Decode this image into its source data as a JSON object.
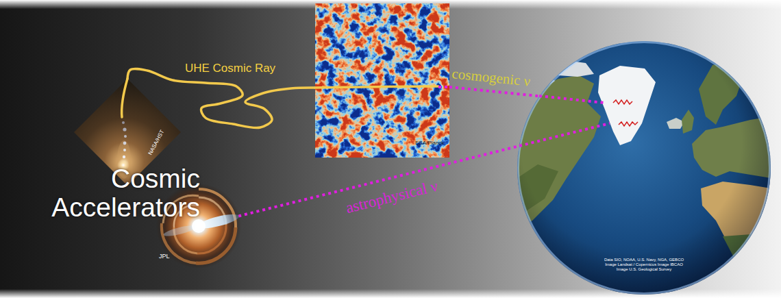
{
  "diagram": {
    "nodes": [
      {
        "text": [
          "NASA/HST"
        ]
      },
      {
        "text": [
          "ESA/Planck"
        ]
      },
      {
        "text": [
          "JPL"
        ]
      },
      {
        "text": [
          "Data SIO, NOAA, U.S. Navy, NGA, GEBCO Image Landsat / Copernicus Image IBCAO Image U.S. Geological Survey"
        ]
      }
    ],
    "edges": [
      {
        "from": 0,
        "to": 1,
        "arrow": "none",
        "label": "UHE Cosmic Ray"
      },
      {
        "from": 1,
        "to": 3,
        "arrow": "none",
        "label": "cosmogenic ν"
      },
      {
        "from": 2,
        "to": 3,
        "arrow": "none",
        "label": "astrophysical ν"
      }
    ],
    "labels": [
      "Cosmic Accelerators"
    ]
  }
}
